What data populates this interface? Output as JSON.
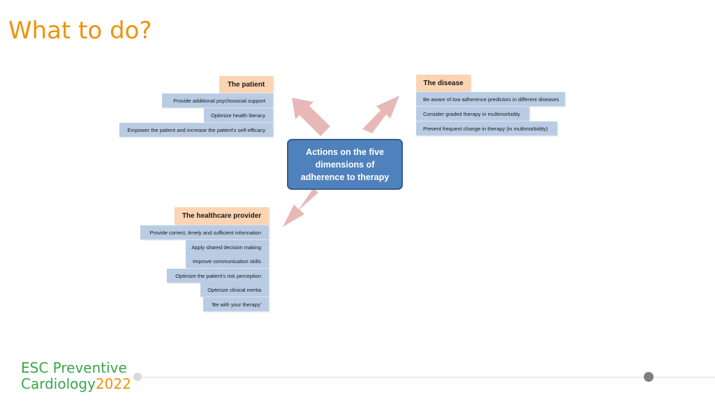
{
  "title": "What to do?",
  "center": {
    "lines": [
      "Actions on the five",
      "dimensions of",
      "adherence to therapy"
    ]
  },
  "patient": {
    "header": "The patient",
    "items": [
      "Provide additional psychosocial support",
      "Optimize health literacy",
      "Empower the patient and increase the patient's self-efficacy"
    ]
  },
  "disease": {
    "header": "The disease",
    "items": [
      "Be aware of low adherence predictors in different diseases",
      "Consider graded therapy in multimorbidity",
      "Prevent frequent change in therapy (in multimorbidity)"
    ]
  },
  "provider": {
    "header": "The healthcare provider",
    "items": [
      "Provide correct, timely and sufficient information",
      "Apply shared decision making",
      "Improve communication skills",
      "Optimize the patient's risk perception",
      "Optimize clinical inertia",
      "'Be with your therapy'"
    ]
  },
  "logo": {
    "line1": "ESC Preventive",
    "line2": "Cardiology",
    "year": "2022"
  },
  "colors": {
    "title": "#f0920a",
    "header_fill": "#fbd4b4",
    "item_fill": "#b8cce4",
    "center_fill": "#4f81bd",
    "arrow_fill": "#e6b9b8",
    "logo_green": "#3aa64a"
  }
}
